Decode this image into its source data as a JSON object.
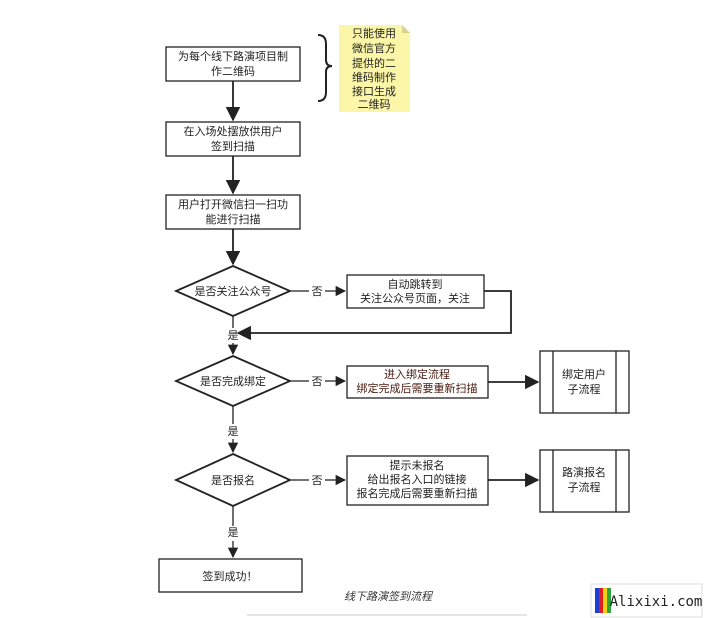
{
  "boxes": {
    "make_qrcode": [
      "为每个线下路演项目制",
      "作二维码"
    ],
    "place_entry": [
      "在入场处摆放供用户",
      "签到扫描"
    ],
    "user_scan": [
      "用户打开微信扫一扫功",
      "能进行扫描"
    ],
    "auto_jump": [
      "自动跳转到",
      "关注公众号页面，关注"
    ],
    "bind_flow": [
      "进入绑定流程",
      "绑定完成后需要重新扫描"
    ],
    "signup_hint": [
      "提示未报名",
      "给出报名入口的链接",
      "报名完成后需要重新扫描"
    ],
    "success": [
      "签到成功！"
    ]
  },
  "decisions": {
    "follow": "是否关注公众号",
    "bind": "是否完成绑定",
    "signup": "是否报名"
  },
  "subprocesses": {
    "bind_user": [
      "绑定用户",
      "子流程"
    ],
    "roadshow_signup": [
      "路演报名",
      "子流程"
    ]
  },
  "note": [
    "只能使用",
    "微信官方",
    "提供的二",
    "维码制作",
    "接口生成",
    "二维码"
  ],
  "edge_labels": {
    "yes1": "是",
    "yes2": "是",
    "yes3": "是",
    "no1": "否",
    "no2": "否",
    "no3": "否"
  },
  "caption": "线下路演签到流程",
  "logo": {
    "text": "Alixixi.com",
    "colors": [
      "#1a3fd6",
      "#e31b1b",
      "#f4d21b",
      "#2fa23a"
    ]
  },
  "colors": {
    "line": "#222222",
    "note_bg": "#fbf6a8"
  }
}
